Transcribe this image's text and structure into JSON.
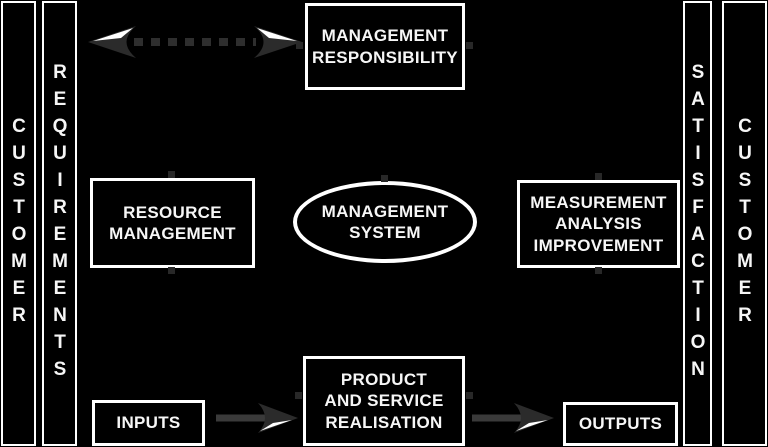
{
  "colors": {
    "background": "#000000",
    "box_border": "#ffffff",
    "text": "#f6f6f6",
    "arrow_dark": "#2e2e2e",
    "arrow_shaft": "#3a3a3a",
    "arrow_highlight": "#ffffff"
  },
  "columns": {
    "customer_left": {
      "label": "CUSTOMER"
    },
    "requirements": {
      "label": "REQUIREMENTS"
    },
    "satisfaction": {
      "label": "SATISFACTION"
    },
    "customer_right": {
      "label": "CUSTOMER"
    }
  },
  "nodes": {
    "management_responsibility": {
      "shape": "rect",
      "label": "MANAGEMENT\nRESPONSIBILITY"
    },
    "resource_management": {
      "shape": "rect",
      "label": "RESOURCE\nMANAGEMENT"
    },
    "management_system": {
      "shape": "ellipse",
      "label": "MANAGEMENT\nSYSTEM"
    },
    "measurement_analysis_improvement": {
      "shape": "rect",
      "label": "MEASUREMENT\nANALYSIS\nIMPROVEMENT"
    },
    "inputs": {
      "shape": "rect",
      "label": "INPUTS"
    },
    "product_service_realisation": {
      "shape": "rect",
      "label": "PRODUCT\nAND SERVICE\nREALISATION"
    },
    "outputs": {
      "shape": "rect",
      "label": "OUTPUTS"
    }
  },
  "arrows": [
    {
      "name": "requirements-to-management-responsibility",
      "style": "dashed",
      "direction": "both"
    },
    {
      "name": "inputs-to-product",
      "style": "solid",
      "direction": "right"
    },
    {
      "name": "product-to-outputs",
      "style": "solid",
      "direction": "right"
    }
  ]
}
